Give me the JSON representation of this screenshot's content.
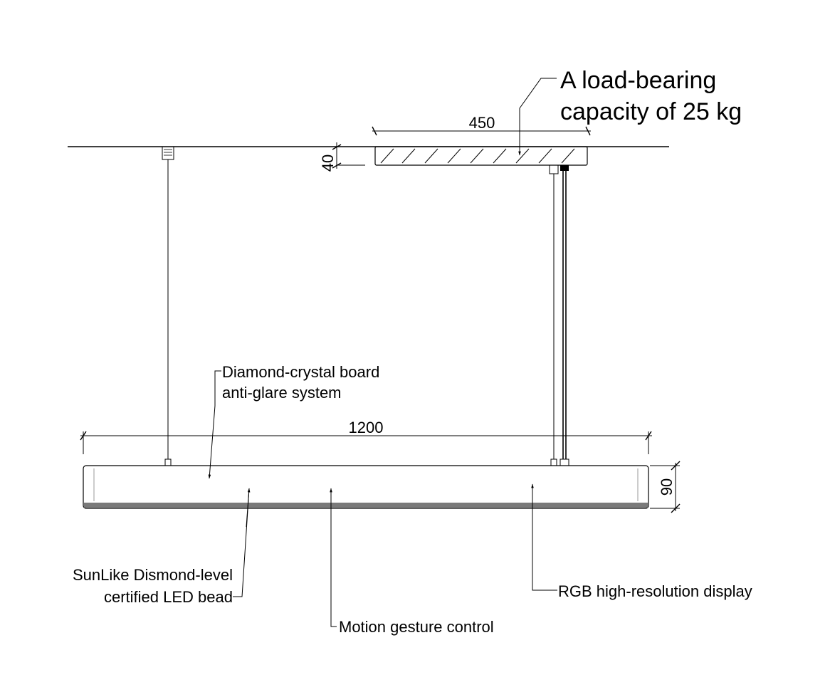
{
  "callouts": {
    "load_line1": "A load-bearing",
    "load_line2": "capacity of 25 kg",
    "diamond_line1": "Diamond-crystal board",
    "diamond_line2": "anti-glare system",
    "sunlike_line1": "SunLike Dismond-level",
    "sunlike_line2": "certified LED bead",
    "motion": "Motion gesture control",
    "rgb": "RGB high-resolution display"
  },
  "dimensions": {
    "plate_width": "450",
    "plate_thickness": "40",
    "lamp_length": "1200",
    "lamp_height": "90"
  },
  "colors": {
    "line": "#000000",
    "diffuser": "#7a7a7a",
    "end_cap": "#aaaaaa"
  }
}
